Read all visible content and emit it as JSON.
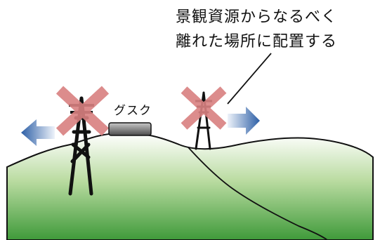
{
  "labels": {
    "callout_line1": "景観資源からなるべく",
    "callout_line2": "離れた場所に配置する",
    "gusuku": "グスク"
  },
  "colors": {
    "hill_top": "#ffffff",
    "hill_mid": "#a8d18c",
    "hill_bottom": "#3f9a3a",
    "cross": "#d98080",
    "arrow_light": "#d6e2f0",
    "arrow_dark": "#2d5fa6",
    "tower": "#111111",
    "gusuku_fill": "#7a7a7a"
  },
  "icons": {
    "left_tower": "transmission-tower-icon",
    "right_tower": "transmission-tower-icon",
    "cross": "cross-out-icon",
    "left_arrow": "arrow-left-icon",
    "right_arrow": "arrow-right-icon"
  }
}
